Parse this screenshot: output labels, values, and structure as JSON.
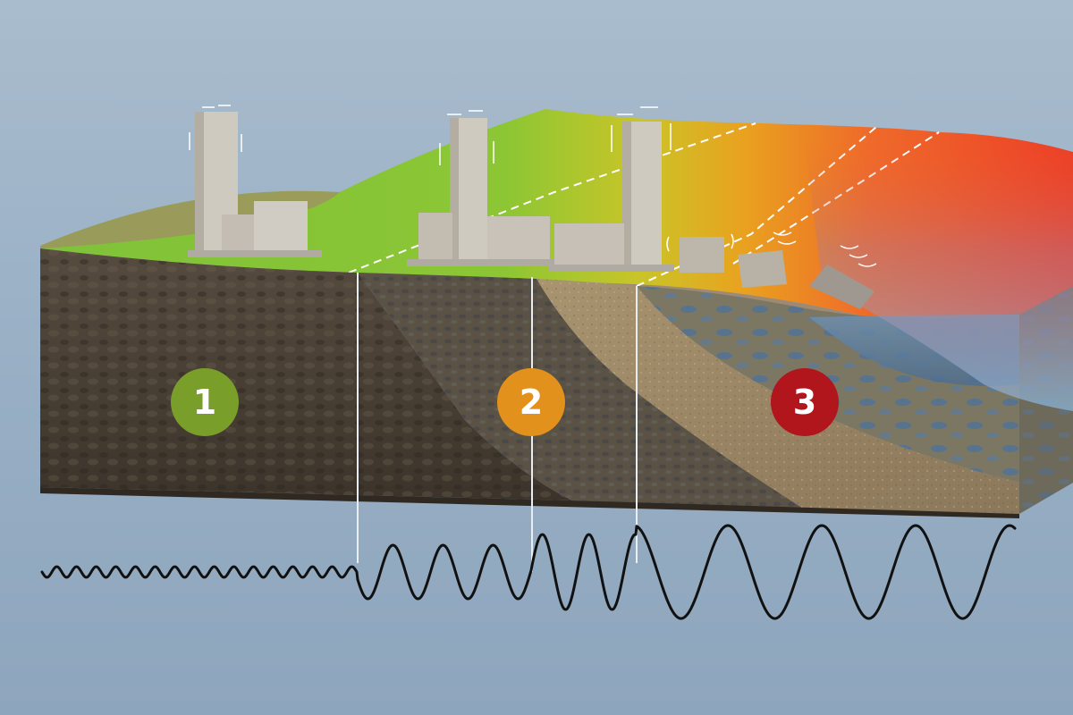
{
  "zones": [
    {
      "label": "1",
      "color": "#7a9e2a"
    },
    {
      "label": "2",
      "color": "#e2921c"
    },
    {
      "label": "3",
      "color": "#b0161c"
    }
  ],
  "colors": {
    "background": "#9db2c7",
    "hazard_low": "#7fc23a",
    "hazard_mid": "#e9a21f",
    "hazard_high": "#ee4a2a",
    "bedrock": "#4a4136",
    "sediment": "#9c8866",
    "saturated_soil": "#5a7898",
    "wave": "#111111"
  }
}
